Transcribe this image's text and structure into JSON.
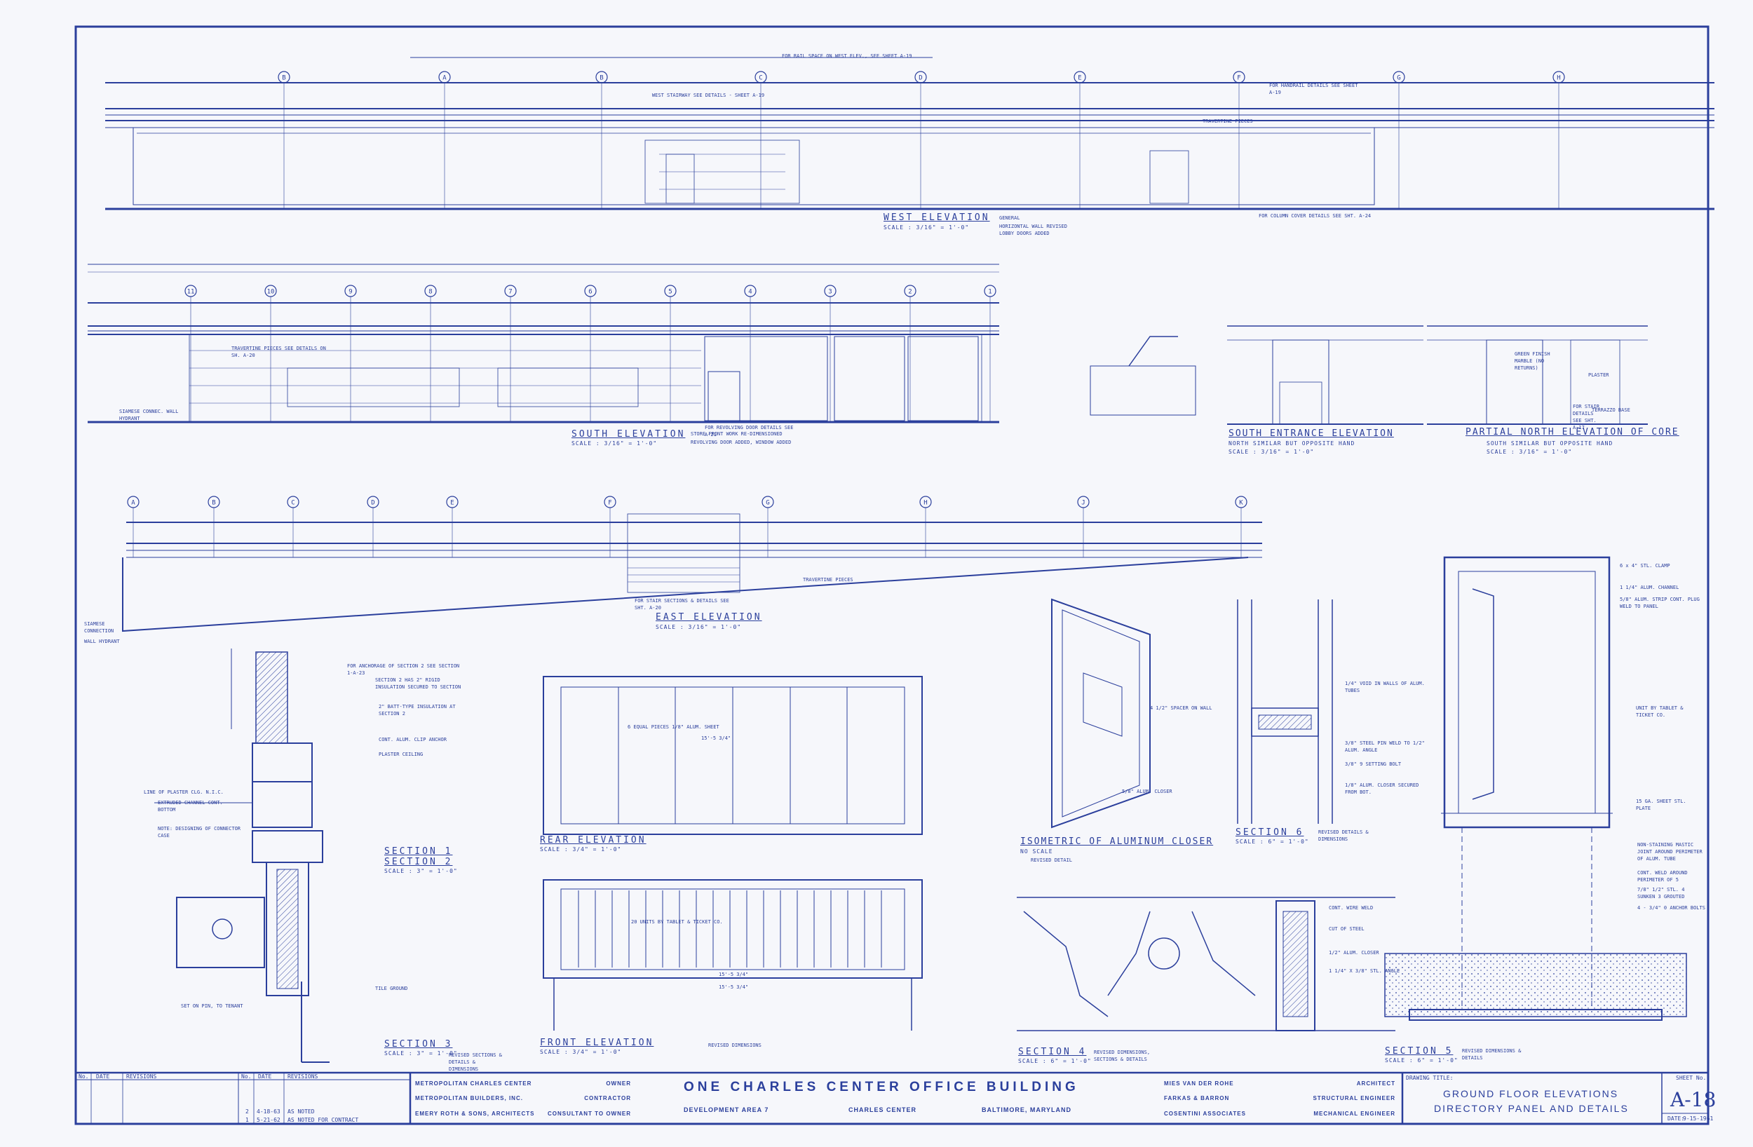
{
  "drawing": {
    "top_note": "FOR RAIL SPACE ON WEST ELEV., SEE SHEET A-19",
    "col_marks_west": [
      "B",
      "A",
      "B",
      "C",
      "D",
      "E",
      "F",
      "G",
      "H"
    ],
    "col_marks_south": [
      "11",
      "10",
      "9",
      "8",
      "7",
      "6",
      "5",
      "4",
      "3",
      "2",
      "1"
    ],
    "col_marks_east": [
      "A",
      "B",
      "C",
      "D",
      "E",
      "F",
      "G",
      "H",
      "J",
      "K"
    ],
    "views": {
      "west": {
        "title": "WEST ELEVATION",
        "scale": "SCALE : 3/16\" = 1'-0\"",
        "notes": [
          "GENERAL",
          "HORIZONTAL WALL REVISED LOBBY DOORS ADDED"
        ],
        "callouts": [
          "TRAVERTINE PIECES",
          "FOR COLUMN COVER DETAILS SEE SHT. A-24",
          "WEST STAIRWAY SEE DETAILS - SHEET A-19",
          "FOR HANDRAIL DETAILS SEE SHEET A-19"
        ]
      },
      "south": {
        "title": "SOUTH ELEVATION",
        "scale": "SCALE : 3/16\" = 1'-0\"",
        "notes": [
          "STORE FRONT WORK RE-DIMENSIONED",
          "REVOLVING DOOR ADDED, WINDOW ADDED"
        ],
        "callouts": [
          "TRAVERTINE PIECES SEE DETAILS ON SH. A-20",
          "SIAMESE CONNEC. WALL HYDRANT",
          "FOR REVOLVING DOOR DETAILS SEE A-21"
        ]
      },
      "south_entrance": {
        "title": "SOUTH ENTRANCE ELEVATION",
        "sub": "NORTH SIMILAR BUT OPPOSITE HAND",
        "scale": "SCALE : 3/16\" = 1'-0\""
      },
      "north_core": {
        "title": "PARTIAL NORTH ELEVATION OF CORE",
        "sub": "SOUTH SIMILAR BUT OPPOSITE HAND",
        "scale": "SCALE : 3/16\" = 1'-0\"",
        "callouts": [
          "GREEN FINISH MARBLE (NO RETURNS)",
          "PLASTER",
          "TERRAZZO BASE",
          "FOR STAIR DETAILS SEE SHT. A-17"
        ]
      },
      "east": {
        "title": "EAST ELEVATION",
        "scale": "SCALE : 3/16\" = 1'-0\"",
        "callouts": [
          "TRAVERTINE PIECES",
          "SIAMESE CONNECTION",
          "WALL HYDRANT",
          "FOR STAIR SECTIONS & DETAILS SEE SHT. A-20"
        ]
      },
      "section12": {
        "title_a": "SECTION 1",
        "title_b": "SECTION 2",
        "scale": "SCALE : 3\" = 1'-0\"",
        "callouts": [
          "FOR ANCHORAGE OF SECTION 2 SEE SECTION 1-A-23",
          "SECTION 2 HAS 2\" RIGID INSULATION SECURED TO SECTION",
          "2\" BATT-TYPE INSULATION AT SECTION 2",
          "CONT. ALUM. CLIP ANCHOR",
          "PLASTER CEILING",
          "LINE OF PLASTER CLG. N.I.C.",
          "EXTRUDED CHANNEL CONT. BOTTOM",
          "NOTE: DESIGNING OF CONNECTOR CASE",
          "SET ON PIN, TO TENANT",
          "TILE GROUND"
        ]
      },
      "section3": {
        "title": "SECTION 3",
        "scale": "SCALE : 3\" = 1'-0\"",
        "notes": [
          "REVISED SECTIONS & DETAILS & DIMENSIONS"
        ]
      },
      "rear": {
        "title": "REAR ELEVATION",
        "scale": "SCALE : 3/4\" = 1'-0\"",
        "callouts": [
          "6 EQUAL PIECES 1/8\" ALUM. SHEET",
          "15'-5 3/4\""
        ]
      },
      "front": {
        "title": "FRONT ELEVATION",
        "scale": "SCALE : 3/4\" = 1'-0\"",
        "notes": [
          "REVISED DIMENSIONS"
        ],
        "callouts": [
          "20 UNITS BY TABLET & TICKET CO.",
          "15'-5 3/4\"",
          "15'-5 3/4\""
        ]
      },
      "iso": {
        "title": "ISOMETRIC OF ALUMINUM CLOSER",
        "scale": "NO SCALE",
        "notes": [
          "REVISED DETAIL"
        ],
        "callouts": [
          "5/8\" ALUM. CLOSER",
          "4 1/2\" SPACER ON WALL"
        ]
      },
      "section6": {
        "title": "SECTION 6",
        "scale": "SCALE : 6\" = 1'-0\"",
        "notes": [
          "REVISED DETAILS & DIMENSIONS"
        ],
        "callouts": [
          "1/4\" VOID IN WALLS OF ALUM. TUBES",
          "3/8\" STEEL PIN WELD TO 1/2\" ALUM. ANGLE",
          "3/8\" 9 SETTING BOLT",
          "1/8\" ALUM. CLOSER SECURED FROM BOT."
        ]
      },
      "section4": {
        "title": "SECTION 4",
        "scale": "SCALE : 6\" = 1'-0\"",
        "notes": [
          "REVISED DIMENSIONS, SECTIONS & DETAILS"
        ],
        "callouts": [
          "CONT. WIRE WELD",
          "CUT OF STEEL",
          "1/2\" ALUM. CLOSER",
          "1 1/4\" X 3/8\" STL. ANGLE"
        ]
      },
      "section5": {
        "title": "SECTION 5",
        "scale": "SCALE : 6\" = 1'-0\"",
        "notes": [
          "REVISED DIMENSIONS & DETAILS"
        ],
        "callouts": [
          "6 x 4\" STL. CLAMP",
          "1 1/4\" ALUM. CHANNEL",
          "5/8\" ALUM. STRIP CONT. PLUG WELD TO PANEL",
          "UNIT BY TABLET & TICKET CO.",
          "15 GA. SHEET STL. PLATE",
          "NON-STAINING MASTIC JOINT AROUND PERIMETER OF ALUM. TUBE",
          "CONT. WELD AROUND PERIMETER OF 5",
          "7/8\" 1/2\" STL. 4 SUNKEN 3 GROUTED",
          "4 - 3/4\" 0 ANCHOR BOLTS"
        ]
      }
    }
  },
  "title_block": {
    "revisions_header": [
      "No.",
      "DATE",
      "REVISIONS"
    ],
    "revisions_header2": [
      "No.",
      "DATE",
      "REVISIONS"
    ],
    "revision_rows": [
      {
        "no": "2",
        "date": "4-18-63",
        "text": "AS NOTED"
      },
      {
        "no": "1",
        "date": "5-21-62",
        "text": "AS NOTED FOR CONTRACT"
      }
    ],
    "left_names": [
      "METROPOLITAN CHARLES CENTER",
      "METROPOLITAN BUILDERS, INC.",
      "EMERY ROTH & SONS, ARCHITECTS"
    ],
    "left_roles": [
      "OWNER",
      "CONTRACTOR",
      "CONSULTANT TO OWNER"
    ],
    "project_title": "ONE CHARLES CENTER OFFICE BUILDING",
    "project_sub": [
      "DEVELOPMENT AREA 7",
      "CHARLES CENTER",
      "BALTIMORE, MARYLAND"
    ],
    "right_names": [
      "MIES VAN DER ROHE",
      "FARKAS & BARRON",
      "COSENTINI ASSOCIATES"
    ],
    "right_roles": [
      "ARCHITECT",
      "STRUCTURAL ENGINEER",
      "MECHANICAL ENGINEER"
    ],
    "drawing_title_label": "DRAWING TITLE:",
    "drawing_title": [
      "GROUND FLOOR ELEVATIONS",
      "DIRECTORY PANEL AND DETAILS"
    ],
    "sheet_no_label": "SHEET No.",
    "sheet_no": "A-18",
    "date_label": "DATE:",
    "date": "9-15-1961"
  },
  "colors": {
    "ink": "#2b3f9c",
    "paper": "#f6f7fb"
  }
}
